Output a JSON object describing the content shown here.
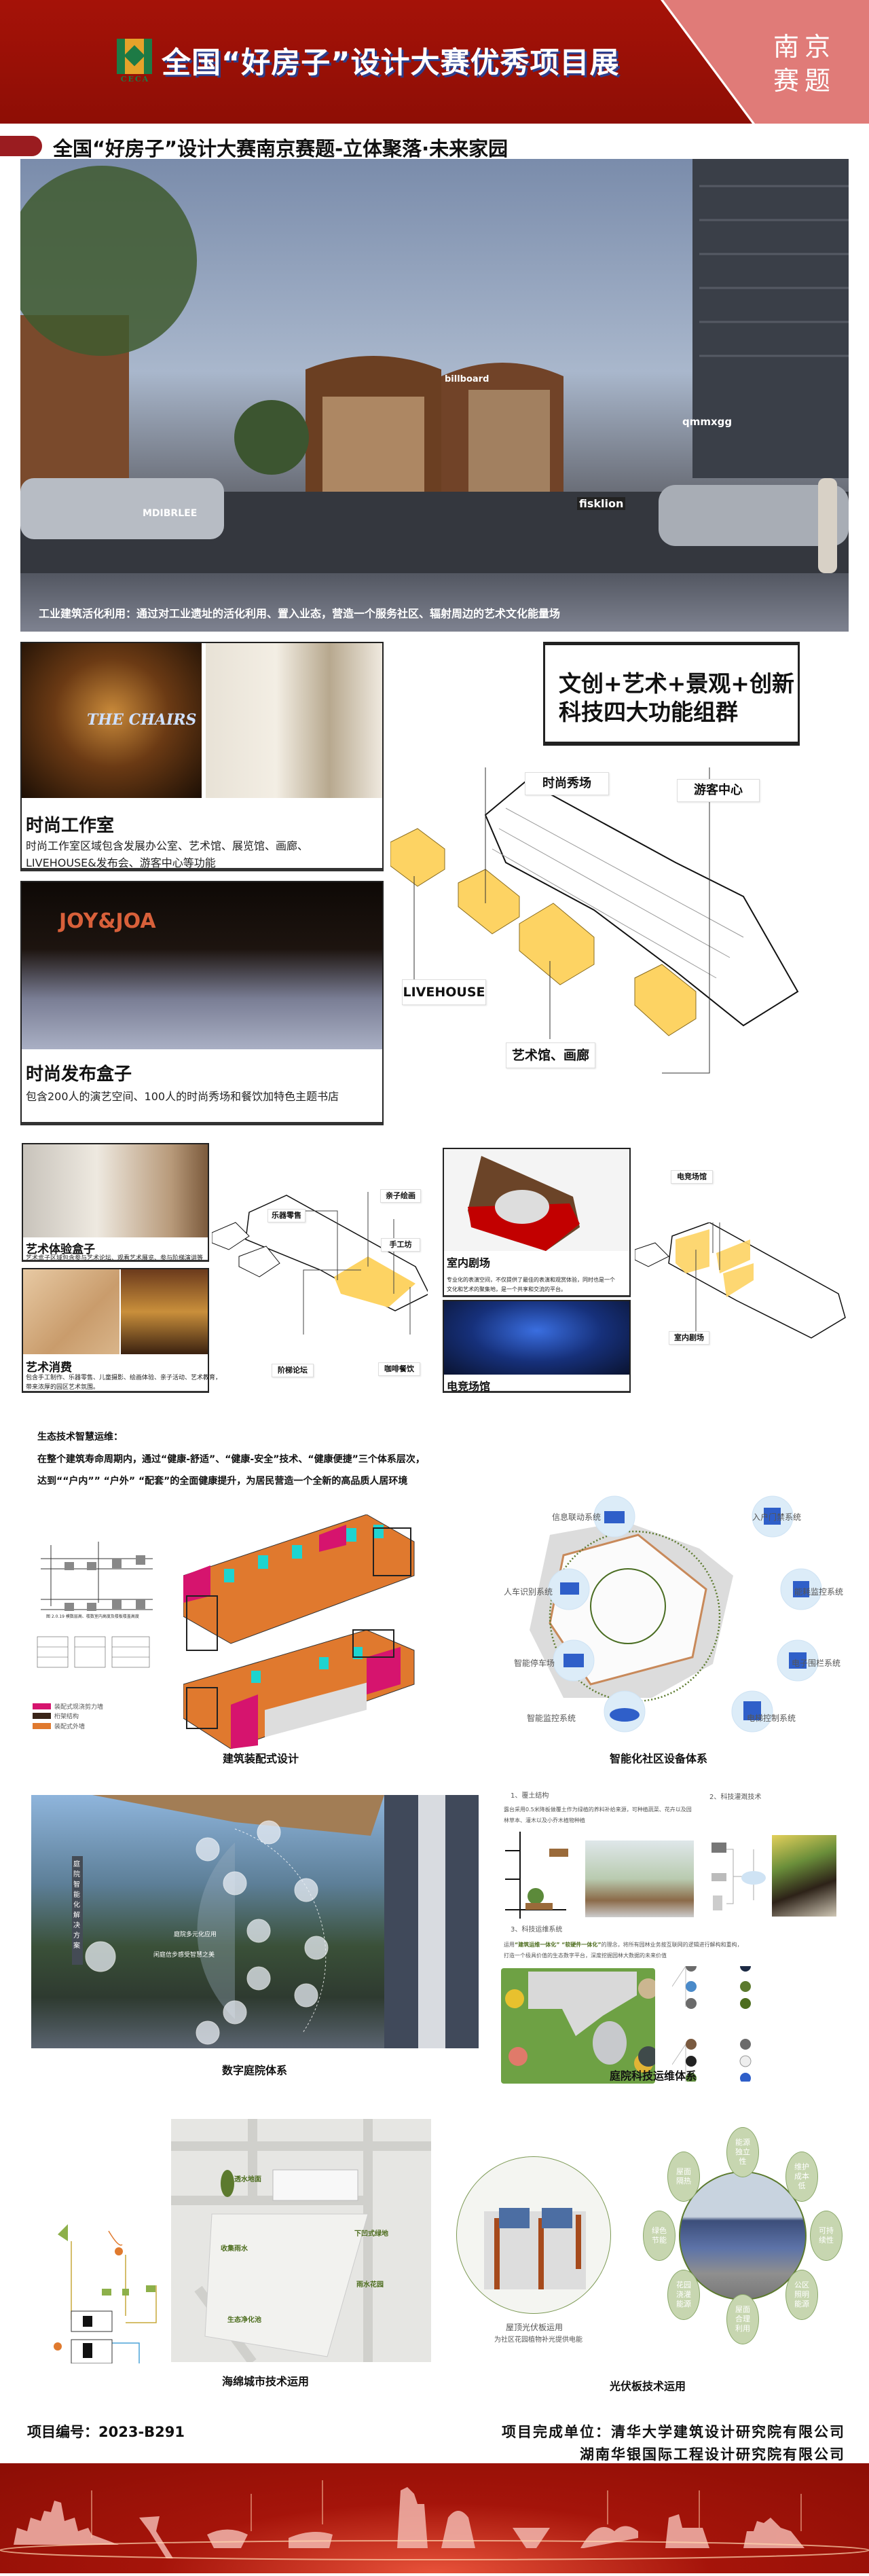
{
  "header": {
    "logo_text": "CECA",
    "title": "全国“好房子”设计大赛优秀项目展",
    "side_line1": "南京",
    "side_line2": "赛题"
  },
  "page_title": "全国“好房子”设计大赛南京赛题-立体聚落·未来家园",
  "hero": {
    "caption": "工业建筑活化利用：通过对工业遗址的活化利用、置入业态，营造一个服务社区、辐射周边的艺术文化能量场",
    "signs": [
      "billboard",
      "qmmxgg",
      "fisklion",
      "MDIBRLEE"
    ]
  },
  "fashion_studio": {
    "photo_text": "THE CHAIRS",
    "title": "时尚工作室",
    "desc_line1": "时尚工作室区域包含发展办公室、艺术馆、展览馆、画廊、",
    "desc_line2": "LIVEHOUSE&发布会、游客中心等功能"
  },
  "fashion_box": {
    "photo_text": "JOY&JOA",
    "title": "时尚发布盒子",
    "desc": "包含200人的演艺空间、100人的时尚秀场和餐饮加特色主题书店"
  },
  "function_box": {
    "line1": "文创+艺术+景观+创新",
    "line2": "科技四大功能组群"
  },
  "diagram1_labels": {
    "show": "时尚秀场",
    "visitor": "游客中心",
    "livehouse": "LIVEHOUSE",
    "gallery": "艺术馆、画廊"
  },
  "art_box": {
    "title": "艺术体验盒子",
    "desc": "艺术盒子区域包含参与艺术论坛、观看艺术展览、参与阶梯演讲等"
  },
  "art_consume": {
    "title": "艺术消费",
    "desc_line1": "包含手工制作、乐器零售、儿童摄影、绘画体验、亲子活动、艺术教育，",
    "desc_line2": "带来浓厚的园区艺术氛围。"
  },
  "diagram2_labels": {
    "music": "乐器零售",
    "parent": "亲子绘画",
    "craft": "手工坊",
    "forum": "阶梯论坛",
    "cafe": "咖啡餐饮"
  },
  "theater_box": {
    "title": "室内剧场",
    "desc_line1": "专业化的表演空间，不仅提供了最佳的表演和观赏体验，同时也是一个",
    "desc_line2": "文化和艺术的聚集地，是一个共享和交流的平台。"
  },
  "esports_box": {
    "title": "电竞场馆"
  },
  "diagram3_labels": {
    "esports": "电竞场馆",
    "theater": "室内剧场"
  },
  "eco_text": {
    "title": "生态技术智慧运维：",
    "line1": "在整个建筑寿命周期内，通过“健康-舒适”、“健康-安全”技术、“健康便捷”三个体系层次，",
    "line2": "达到““户内”” “户外” “配套”的全面健康提升，为居民营造一个全新的高品质人居环境"
  },
  "prefab": {
    "caption": "建筑装配式设计",
    "legend": [
      {
        "label": "装配式现浇剪力墙",
        "color": "#d6146e"
      },
      {
        "label": "桁架结构",
        "color": "#3a2418"
      },
      {
        "label": "装配式外墙",
        "color": "#e0792e"
      }
    ],
    "drawing_caption": "图 2.0.19  模数层高、楼数室内高度及楼板楼盖高度"
  },
  "smart_community": {
    "caption": "智能化社区设备体系",
    "systems": [
      "信息联动系统",
      "入户门禁系统",
      "人车识别系统",
      "能耗监控系统",
      "智能停车场",
      "电子围栏系统",
      "智能监控系统",
      "电梯控制系统"
    ]
  },
  "digital_courtyard": {
    "caption": "数字庭院体系",
    "vertical_label": "庭院智能化解决方案",
    "center_line1": "庭院多元化应用",
    "center_line2": "闲庭信步感受智慧之美"
  },
  "courtyard_tech": {
    "caption": "庭院科技运维体系",
    "s1_title": "1、覆土结构",
    "s1_line1": "露台采用0.5米降板做覆土作为绿植的养料补给来源，可种植蔬菜、花卉以及园",
    "s1_line2": "林草本、灌木以及小乔木植物种植",
    "s2_title": "2、科技灌溉技术",
    "s3_title": "3、科技运维系统",
    "s3_pre": "运用",
    "s3_term1": "“建筑运维一体化”",
    "s3_term2": "“软硬件一体化”",
    "s3_post": "的理念，将所有园林业务按互联网的逻辑进行解构和重构，",
    "s3_line2": "打造一个极具价值的生态数字平台，深度挖掘园林大数据的未来价值"
  },
  "sponge_city": {
    "caption": "海绵城市技术运用",
    "labels": [
      "透水地面",
      "下凹式绿地",
      "收集雨水",
      "雨水花园",
      "生态净化池"
    ]
  },
  "solar": {
    "caption": "光伏板技术运用",
    "roof_title": "屋顶光伏板运用",
    "roof_sub": "为社区花园植物补光提供电能",
    "benefits": [
      "能源独立性",
      "维护成本低",
      "可持续性",
      "公区照明能源",
      "屋面合理利用",
      "花园浇灌能源",
      "绿色节能",
      "屋面隔热"
    ]
  },
  "footer": {
    "project_no": "项目编号：2023-B291",
    "unit_line1": "项目完成单位：清华大学建筑设计研究院有限公司",
    "unit_line2": "湖南华银国际工程设计研究院有限公司"
  },
  "colors": {
    "brand_red": "#a01007",
    "accent_pink": "#e07b78",
    "highlight_yellow": "#fdd363",
    "green": "#5c7a2e"
  }
}
